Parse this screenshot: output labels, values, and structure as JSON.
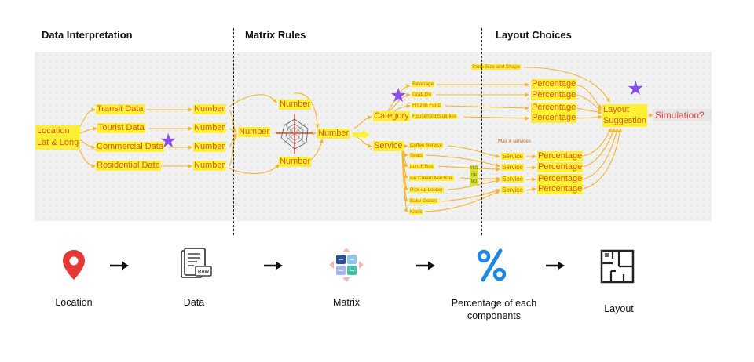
{
  "sections": {
    "data_interpretation": "Data Interpretation",
    "matrix_rules": "Matrix Rules",
    "layout_choices": "Layout Choices"
  },
  "board": {
    "location_line1": "Location",
    "location_line2": "Lat & Long",
    "sources": [
      "Transit Data",
      "Tourist Data",
      "Commercial Data",
      "Residential Data"
    ],
    "number_label": "Number",
    "category_label": "Category",
    "service_label": "Service",
    "categories": [
      "Beverage",
      "Grab Go",
      "Frozen Food",
      "Household Supplies"
    ],
    "services": [
      "Coffee Service",
      "Seats",
      "Lunch Box",
      "Ice Cream Machine",
      "Pick-up Locker",
      "Bake Goods",
      "Kiosk"
    ],
    "yes_no": [
      "YES",
      "OR",
      "NO"
    ],
    "store_size_shape": "Store Size and Shape",
    "max_services": "Max 4 services",
    "percentage_label": "Percentage",
    "layout_suggestion_line1": "Layout",
    "layout_suggestion_line2": "Suggestion",
    "simulation": "Simulation?",
    "star_icon": "star-icon",
    "star_color": "#8a4df5",
    "highlight_color": "#fff033",
    "node_text_color": "#d85a1a",
    "connector_color": "#f5b52a"
  },
  "steps": [
    {
      "label": "Location",
      "icon": "map-pin-icon"
    },
    {
      "label": "Data",
      "icon": "raw-document-icon"
    },
    {
      "label": "Matrix",
      "icon": "matrix-grid-icon"
    },
    {
      "label": "Percentage of each components",
      "icon": "percent-icon"
    },
    {
      "label": "Layout",
      "icon": "floor-plan-icon"
    }
  ],
  "step_arrow_icon": "right-arrow-icon"
}
